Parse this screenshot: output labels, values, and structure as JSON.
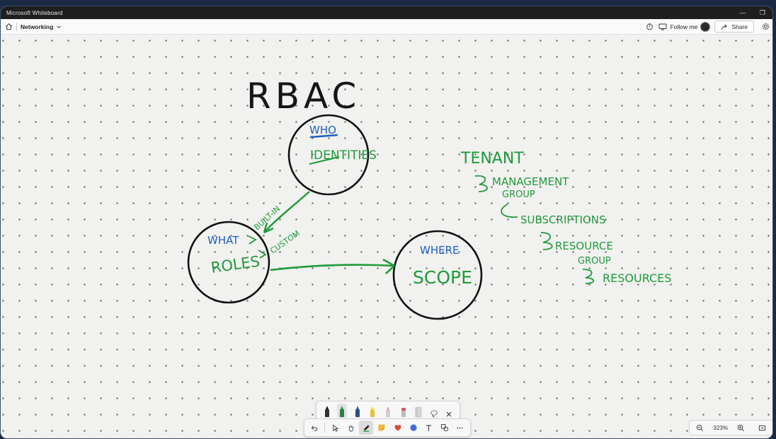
{
  "window": {
    "title": "Microsoft Whiteboard",
    "minimize_label": "—",
    "restore_label": "❐"
  },
  "appbar": {
    "board_name": "Networking",
    "follow_label": "Follow me",
    "share_label": "Share"
  },
  "board": {
    "title": "RBAC",
    "who_label": "WHO",
    "who_text": "IDENTITIES",
    "what_label": "WHAT",
    "what_text": "ROLES",
    "built_in": "BUILT-IN",
    "custom": "CUSTOM",
    "where_label": "WHERE",
    "where_text": "SCOPE",
    "hierarchy": [
      "TENANT",
      "MANAGEMENT",
      "GROUP",
      "SUBSCRIPTIONS",
      "RESOURCE",
      "GROUP",
      "RESOURCES"
    ],
    "ink_colors": {
      "black": "#111111",
      "blue": "#1f5fbf",
      "green": "#1f9a3a"
    }
  },
  "zoom": {
    "level": "323%"
  },
  "icons": {
    "home": "home-icon",
    "chevron": "chevron-down-icon",
    "timer": "timer-icon",
    "follow": "follow-icon",
    "share": "share-icon",
    "settings": "gear-icon",
    "lasso": "lasso-icon",
    "close": "close-icon",
    "undo": "undo-icon",
    "select": "select-pointer-icon",
    "pan": "hand-icon",
    "pen": "pen-icon",
    "sticky": "sticky-note-icon",
    "reaction": "heart-icon",
    "shapes": "shape-icon",
    "text": "text-icon",
    "more": "more-icon",
    "zoom_out": "zoom-out-icon",
    "zoom_in": "zoom-in-icon",
    "fit": "fit-screen-icon"
  }
}
